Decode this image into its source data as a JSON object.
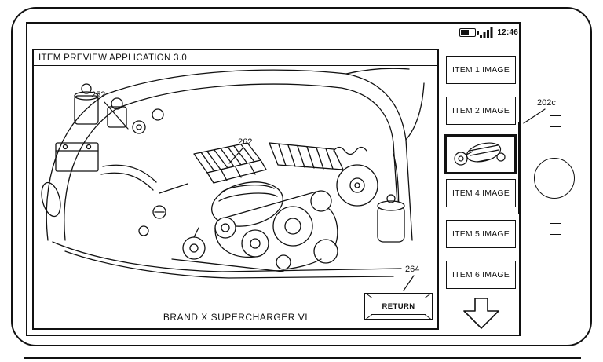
{
  "colors": {
    "ink": "#111111",
    "paper": "#ffffff",
    "selected_border": "#111111"
  },
  "status_bar": {
    "time": "12:46",
    "battery_icon": "battery-icon",
    "signal_icon": "signal-bars-icon"
  },
  "preview_app": {
    "title": "ITEM PREVIEW APPLICATION 3.0",
    "caption": "BRAND X SUPERCHARGER VI",
    "return_button": "RETURN"
  },
  "reference_labels": {
    "preview_panel": "252",
    "highlighted_item": "262",
    "return_button": "264",
    "scrollbar": "202c"
  },
  "item_list": {
    "items": [
      {
        "label": "ITEM 1 IMAGE",
        "type": "button"
      },
      {
        "label": "ITEM 2 IMAGE",
        "type": "button"
      },
      {
        "label": "",
        "type": "thumbnail",
        "image": "supercharger-drawing",
        "selected": true
      },
      {
        "label": "ITEM 4 IMAGE",
        "type": "button"
      },
      {
        "label": "ITEM 5 IMAGE",
        "type": "button"
      },
      {
        "label": "ITEM 6 IMAGE",
        "type": "button"
      }
    ],
    "scroll_down_icon": "down-arrow-icon"
  }
}
